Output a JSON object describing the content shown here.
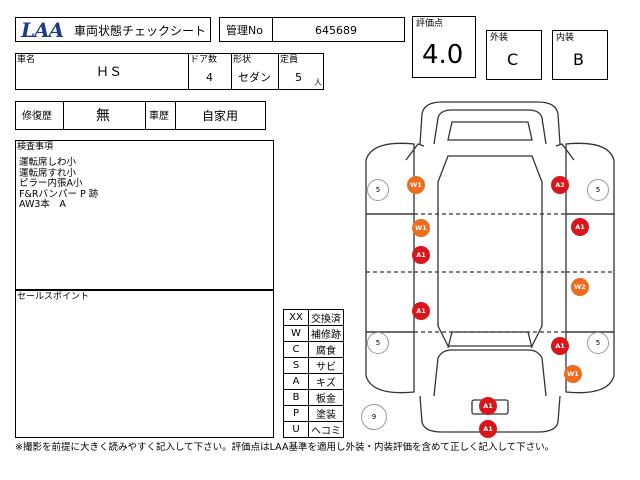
{
  "header": {
    "logo": "LAA",
    "sheet_title": "車両状態チェックシート",
    "mgmt_label": "管理No",
    "mgmt_no": "645689"
  },
  "grades": {
    "score_label": "評価点",
    "score": "4.0",
    "exterior_label": "外装",
    "exterior": "C",
    "interior_label": "内装",
    "interior": "B"
  },
  "vehicle": {
    "name_label": "車名",
    "name": "ＨＳ",
    "doors_label": "ドア数",
    "doors": "4",
    "body_label": "形状",
    "body": "セダン",
    "capacity_label": "定員",
    "capacity": "5",
    "capacity_unit": "人"
  },
  "history": {
    "repair_label": "修復歴",
    "repair": "無",
    "usage_label": "車歴",
    "usage": "自家用"
  },
  "inspection": {
    "label": "検査事項",
    "lines": [
      "運転席しわ小",
      "運転席すれ小",
      "ピラー内張A小",
      "F&Rバンパー P 跡",
      "AW3本　A"
    ]
  },
  "sales": {
    "label": "セールスポイント"
  },
  "legend": [
    {
      "code": "XX",
      "meaning": "交換済"
    },
    {
      "code": "W",
      "meaning": "補修跡"
    },
    {
      "code": "C",
      "meaning": "腐食"
    },
    {
      "code": "S",
      "meaning": "サビ"
    },
    {
      "code": "A",
      "meaning": "キズ"
    },
    {
      "code": "B",
      "meaning": "板金"
    },
    {
      "code": "P",
      "meaning": "塗装"
    },
    {
      "code": "U",
      "meaning": "ヘコミ"
    }
  ],
  "diagram": {
    "marks": {
      "w1_front_left": "W1",
      "a2_front_right": "A2",
      "w1_left_front_door": "W1",
      "a1_left_front": "A1",
      "a1_right_front": "A1",
      "w2_right_rear_door": "W2",
      "a1_left_rear": "A1",
      "a1_right_rear": "A1",
      "w1_right_rear": "W1",
      "a1_rear_1": "A1",
      "a1_rear_2": "A1"
    },
    "tires": {
      "front_left": "5",
      "front_right": "5",
      "rear_left": "5",
      "rear_right": "5",
      "spare": "9"
    },
    "colors": {
      "red": "#d9161c",
      "orange": "#ef6c1e"
    }
  },
  "footer": "※撮影を前提に大きく読みやすく記入して下さい。評価点はLAA基準を適用し外装・内装評価を含めて正しく記入して下さい。"
}
